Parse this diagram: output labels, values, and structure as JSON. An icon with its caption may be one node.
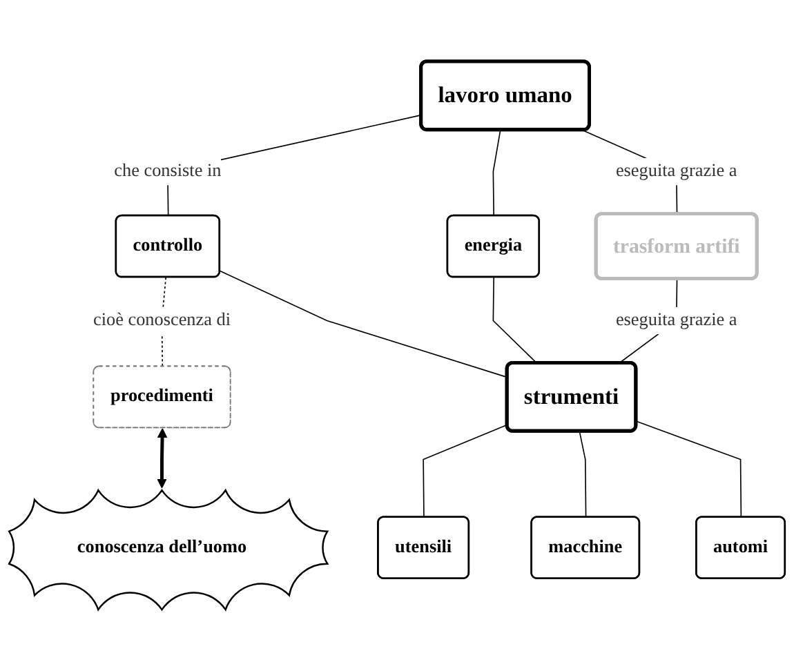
{
  "diagram": {
    "nodes": [
      {
        "text": [
          "lavoro umano"
        ]
      },
      {
        "text": [
          "trasform artifi"
        ]
      },
      {
        "text": [
          "controllo"
        ]
      },
      {
        "text": [
          "energia"
        ]
      },
      {
        "text": [
          "procedimenti"
        ]
      },
      {
        "text": [
          "conoscenza dell’uomo"
        ]
      },
      {
        "text": [
          "strumenti"
        ]
      },
      {
        "text": [
          "utensili"
        ]
      },
      {
        "text": [
          "macchine"
        ]
      },
      {
        "text": [
          "automi"
        ]
      }
    ],
    "edges": [
      {
        "from": 0,
        "to": 2,
        "arrow": "none",
        "label": "che consiste in"
      },
      {
        "from": 0,
        "to": 3,
        "arrow": "none"
      },
      {
        "from": 0,
        "to": 1,
        "arrow": "none",
        "label": "eseguita grazie a"
      },
      {
        "from": 1,
        "to": 6,
        "arrow": "none",
        "label": "eseguita grazie a"
      },
      {
        "from": 2,
        "to": 4,
        "arrow": "none",
        "label": "cioè conoscenza di",
        "style": "dashed"
      },
      {
        "from": 2,
        "to": 6,
        "arrow": "none"
      },
      {
        "from": 3,
        "to": 6,
        "arrow": "none"
      },
      {
        "from": 4,
        "to": 5,
        "arrow": "both",
        "style": "thick"
      },
      {
        "from": 6,
        "to": 7,
        "arrow": "none"
      },
      {
        "from": 6,
        "to": 8,
        "arrow": "none"
      },
      {
        "from": 6,
        "to": 9,
        "arrow": "none"
      }
    ]
  }
}
